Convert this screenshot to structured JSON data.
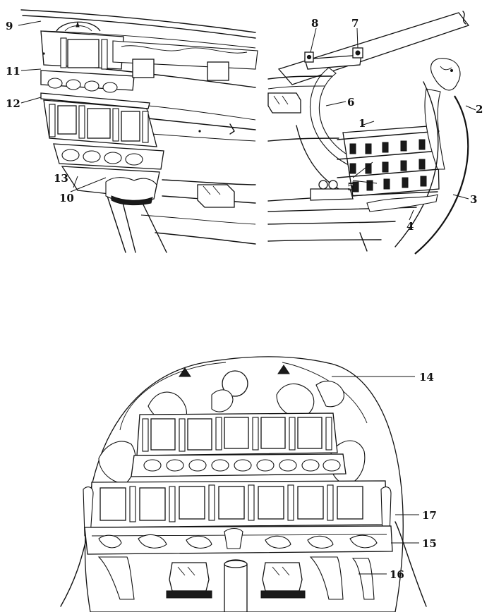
{
  "labels": {
    "l1": "1",
    "l2": "2",
    "l3": "3",
    "l4": "4",
    "l5": "5",
    "l6": "6",
    "l7": "7",
    "l8": "8",
    "l9": "9",
    "l10": "10",
    "l11": "11",
    "l12": "12",
    "l13": "13",
    "l14": "14",
    "l15": "15",
    "l16": "16",
    "l17": "17"
  },
  "colors": {
    "ink": "#111111",
    "paper": "#ffffff"
  },
  "panels": [
    "stern-side-view",
    "bow-view",
    "stern-transom-view"
  ]
}
